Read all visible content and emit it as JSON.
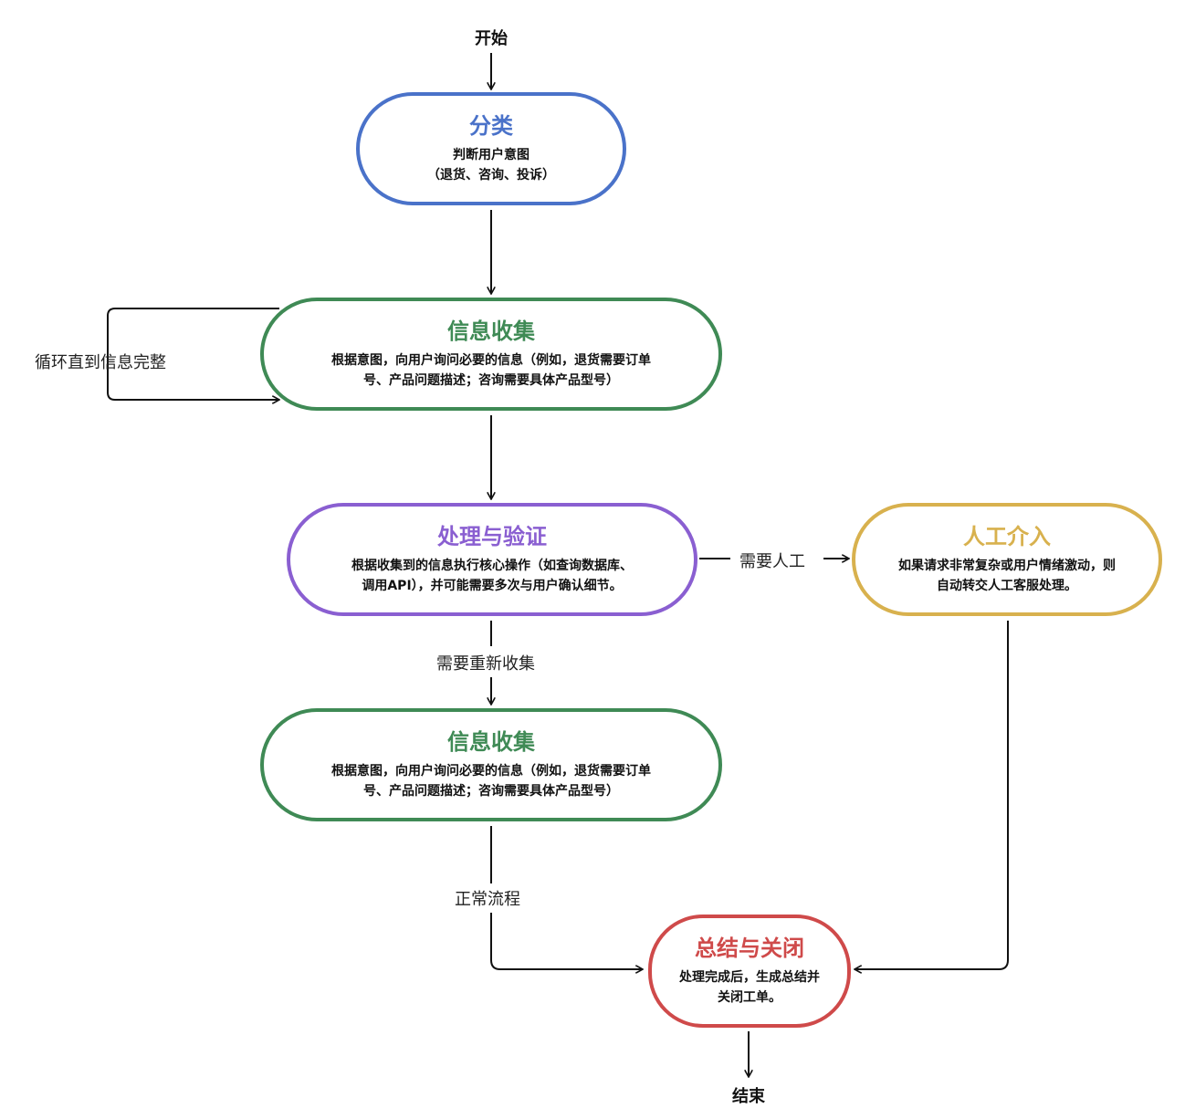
{
  "colors": {
    "classify": "#4a72c9",
    "collect": "#3f8a55",
    "process": "#8a5fd1",
    "human": "#d8b14e",
    "close": "#cf4a4a",
    "edge": "#111111"
  },
  "start_label": "开始",
  "end_label": "结束",
  "nodes": {
    "classify": {
      "title": "分类",
      "desc": [
        "判断用户意图",
        "（退货、咨询、投诉）"
      ]
    },
    "collect1": {
      "title": "信息收集",
      "desc": [
        "根据意图，向用户询问必要的信息（例如，退货需要订单",
        "号、产品问题描述；咨询需要具体产品型号）"
      ]
    },
    "process": {
      "title": "处理与验证",
      "desc": [
        "根据收集到的信息执行核心操作（如查询数据库、",
        "调用API），并可能需要多次与用户确认细节。"
      ]
    },
    "human": {
      "title": "人工介入",
      "desc": [
        "如果请求非常复杂或用户情绪激动，则",
        "自动转交人工客服处理。"
      ]
    },
    "collect2": {
      "title": "信息收集",
      "desc": [
        "根据意图，向用户询问必要的信息（例如，退货需要订单",
        "号、产品问题描述；咨询需要具体产品型号）"
      ]
    },
    "close": {
      "title": "总结与关闭",
      "desc": [
        "处理完成后，生成总结并",
        "关闭工单。"
      ]
    }
  },
  "edge_labels": {
    "loop": "循环直到信息完整",
    "need_human": "需要人工",
    "recollect": "需要重新收集",
    "normal": "正常流程"
  }
}
